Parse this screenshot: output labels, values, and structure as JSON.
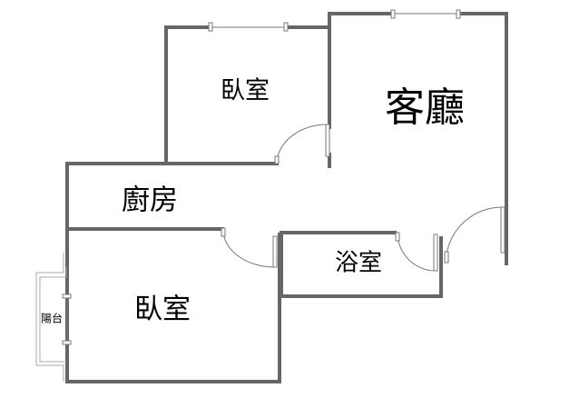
{
  "rooms": {
    "bedroom_top": "臥室",
    "living_room": "客廳",
    "kitchen": "廚房",
    "bathroom": "浴室",
    "bedroom_bottom": "臥室",
    "balcony": "陽台"
  },
  "colors": {
    "wall": "#666666",
    "thin": "#777777",
    "balcony": "#aaaaaa"
  }
}
